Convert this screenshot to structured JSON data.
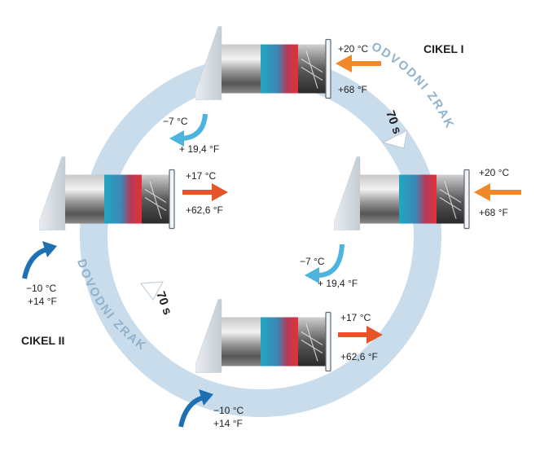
{
  "cycles": {
    "cycle1": "CIKEL I",
    "cycle2": "CIKEL II"
  },
  "arcs": {
    "top": "ODVODNI ZRAK",
    "bottom": "DOVODNI ZRAK"
  },
  "timers": {
    "right": "70 s",
    "left": "70 s"
  },
  "units": {
    "top": {
      "out_c": "+20 °C",
      "out_f": "+68 °F",
      "in_c": "−7 °C",
      "in_f": "+ 19,4 °F"
    },
    "right": {
      "out_c": "+20 °C",
      "out_f": "+68 °F",
      "in_c": "−7 °C",
      "in_f": "+ 19,4 °F"
    },
    "left": {
      "out_c": "+17 °C",
      "out_f": "+62,6 °F",
      "in_c": "−10 °C",
      "in_f": "+14 °F"
    },
    "bottom": {
      "out_c": "+17 °C",
      "out_f": "+62,6 °F",
      "in_c": "−10 °C",
      "in_f": "+14 °F"
    }
  },
  "colors": {
    "ring": "#c9dceb",
    "warm_arrow": "#f0872a",
    "hot_arrow": "#e8542a",
    "cold_arrow": "#4db3df",
    "deep_cold_arrow": "#1f6fb3",
    "regen_cold": "#1fa7c2",
    "regen_hot": "#e0323a",
    "text_blue": "#8fb3cc"
  }
}
